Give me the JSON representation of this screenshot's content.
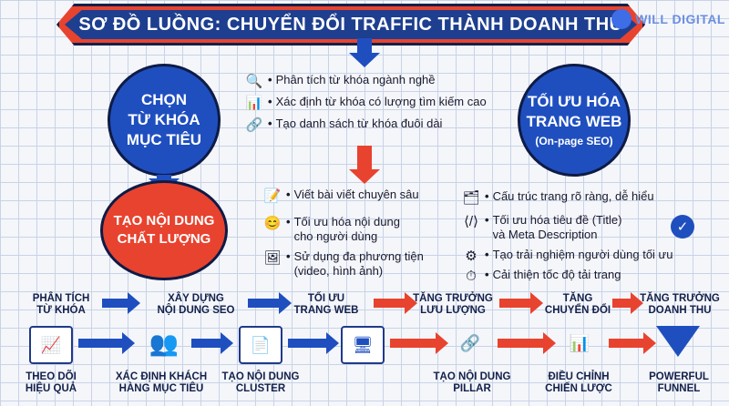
{
  "title": "SƠ ĐỒ LUỒNG: CHUYỂN ĐỔI TRAFFIC THÀNH DOANH THU",
  "logo_text": "WILL DIGITAL",
  "colors": {
    "blue": "#1f4fbf",
    "red": "#e8432f",
    "navy": "#13204a"
  },
  "circles": {
    "keyword": {
      "line1": "CHỌN",
      "line2": "TỪ KHÓA",
      "line3": "MỤC TIÊU"
    },
    "onpage": {
      "line1": "TỐI ƯU HÓA",
      "line2": "TRANG WEB",
      "line3": "(On-page SEO)"
    },
    "content": {
      "line1": "TẠO NỘI DUNG",
      "line2": "CHẤT LƯỢNG"
    }
  },
  "keyword_list": [
    {
      "icon": "magnifier-doc-icon",
      "text": "Phân tích từ khóa ngành nghề"
    },
    {
      "icon": "bar-chart-icon",
      "text": "Xác định từ khóa có lượng tìm kiếm cao"
    },
    {
      "icon": "link-icon",
      "text": "Tạo danh sách từ khóa đuôi dài"
    }
  ],
  "content_list": [
    {
      "icon": "edit-icon",
      "text": "Viết bài viết chuyên sâu"
    },
    {
      "icon": "smiley-icon",
      "text": "Tối ưu hóa nội dung",
      "text2": "cho người dùng"
    },
    {
      "icon": "media-icon",
      "text": "Sử dụng đa phương tiện",
      "text2": "(video, hình ảnh)"
    }
  ],
  "onpage_list": [
    {
      "icon": "sitemap-icon",
      "text": "Cấu trúc trang rõ ràng, dễ hiểu"
    },
    {
      "icon": "code-icon",
      "text": "Tối ưu hóa tiêu đề (Title)",
      "text2": "và Meta Description"
    },
    {
      "icon": "gear-icon",
      "text": "Tạo trải nghiệm người dùng tối ưu"
    },
    {
      "icon": "speed-icon",
      "text": "Cải thiện tốc độ tải trang"
    }
  ],
  "flow_top": [
    {
      "l1": "PHÂN TÍCH",
      "l2": "TỪ KHÓA"
    },
    {
      "l1": "XÂY DỰNG",
      "l2": "NỘI DUNG SEO"
    },
    {
      "l1": "TỐI ƯU",
      "l2": "TRANG WEB"
    },
    {
      "l1": "TĂNG TRƯỞNG",
      "l2": "LƯU LƯỢNG"
    },
    {
      "l1": "TĂNG",
      "l2": "CHUYỂN ĐỔI"
    },
    {
      "l1": "TĂNG TRƯỞNG",
      "l2": "DOANH THU"
    }
  ],
  "flow_bottom": [
    {
      "l1": "THEO DÕI",
      "l2": "HIỆU QUẢ"
    },
    {
      "l1": "XÁC ĐỊNH KHÁCH",
      "l2": "HÀNG MỤC TIÊU"
    },
    {
      "l1": "TẠO NỘI DUNG",
      "l2": "CLUSTER"
    },
    {
      "l1": "TẠO NỘI DUNG",
      "l2": "PILLAR"
    },
    {
      "l1": "ĐIỀU CHỈNH",
      "l2": "CHIẾN LƯỢC"
    },
    {
      "l1": "POWERFUL",
      "l2": "FUNNEL"
    }
  ]
}
